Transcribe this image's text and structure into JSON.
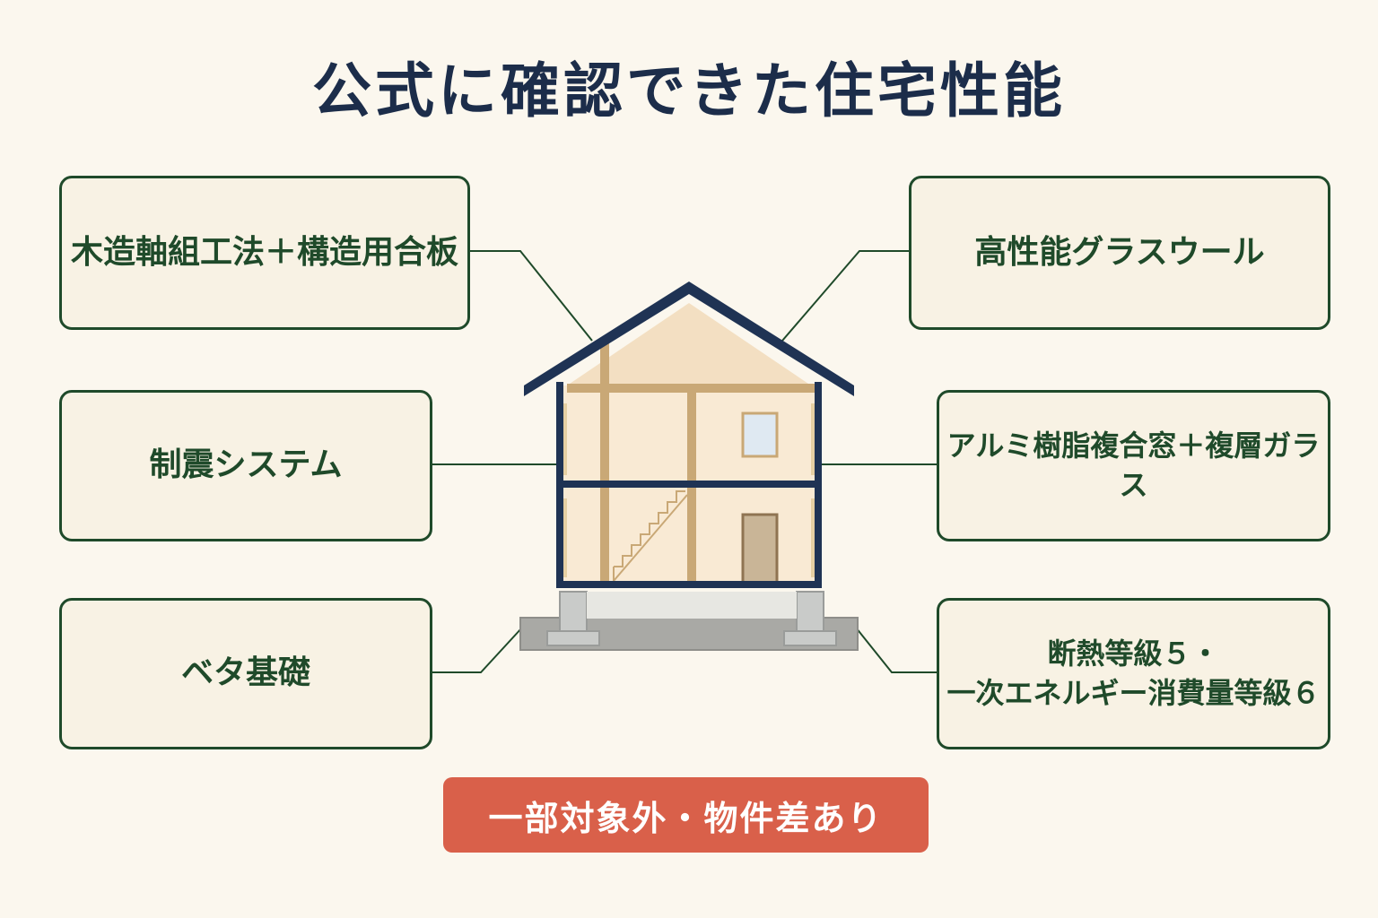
{
  "title": "公式に確認できた住宅性能",
  "features": [
    {
      "id": "structure",
      "label": "木造軸組工法＋構造用合板"
    },
    {
      "id": "damping",
      "label": "制震システム"
    },
    {
      "id": "foundation",
      "label": "ベタ基礎"
    },
    {
      "id": "insulation",
      "label": "高性能グラスウール"
    },
    {
      "id": "window",
      "label": "アルミ樹脂複合窓＋複層ガラス"
    },
    {
      "id": "grade",
      "label_line1": "断熱等級５・",
      "label_line2": "一次エネルギー消費量等級６"
    }
  ],
  "note": "一部対象外・物件差あり",
  "colors": {
    "title": "#1c2d4a",
    "box_border": "#1f4a2a",
    "box_text": "#1f4a2a",
    "roof": "#1f3354",
    "timber": "#c9a876",
    "note_bg": "#d9604a"
  }
}
